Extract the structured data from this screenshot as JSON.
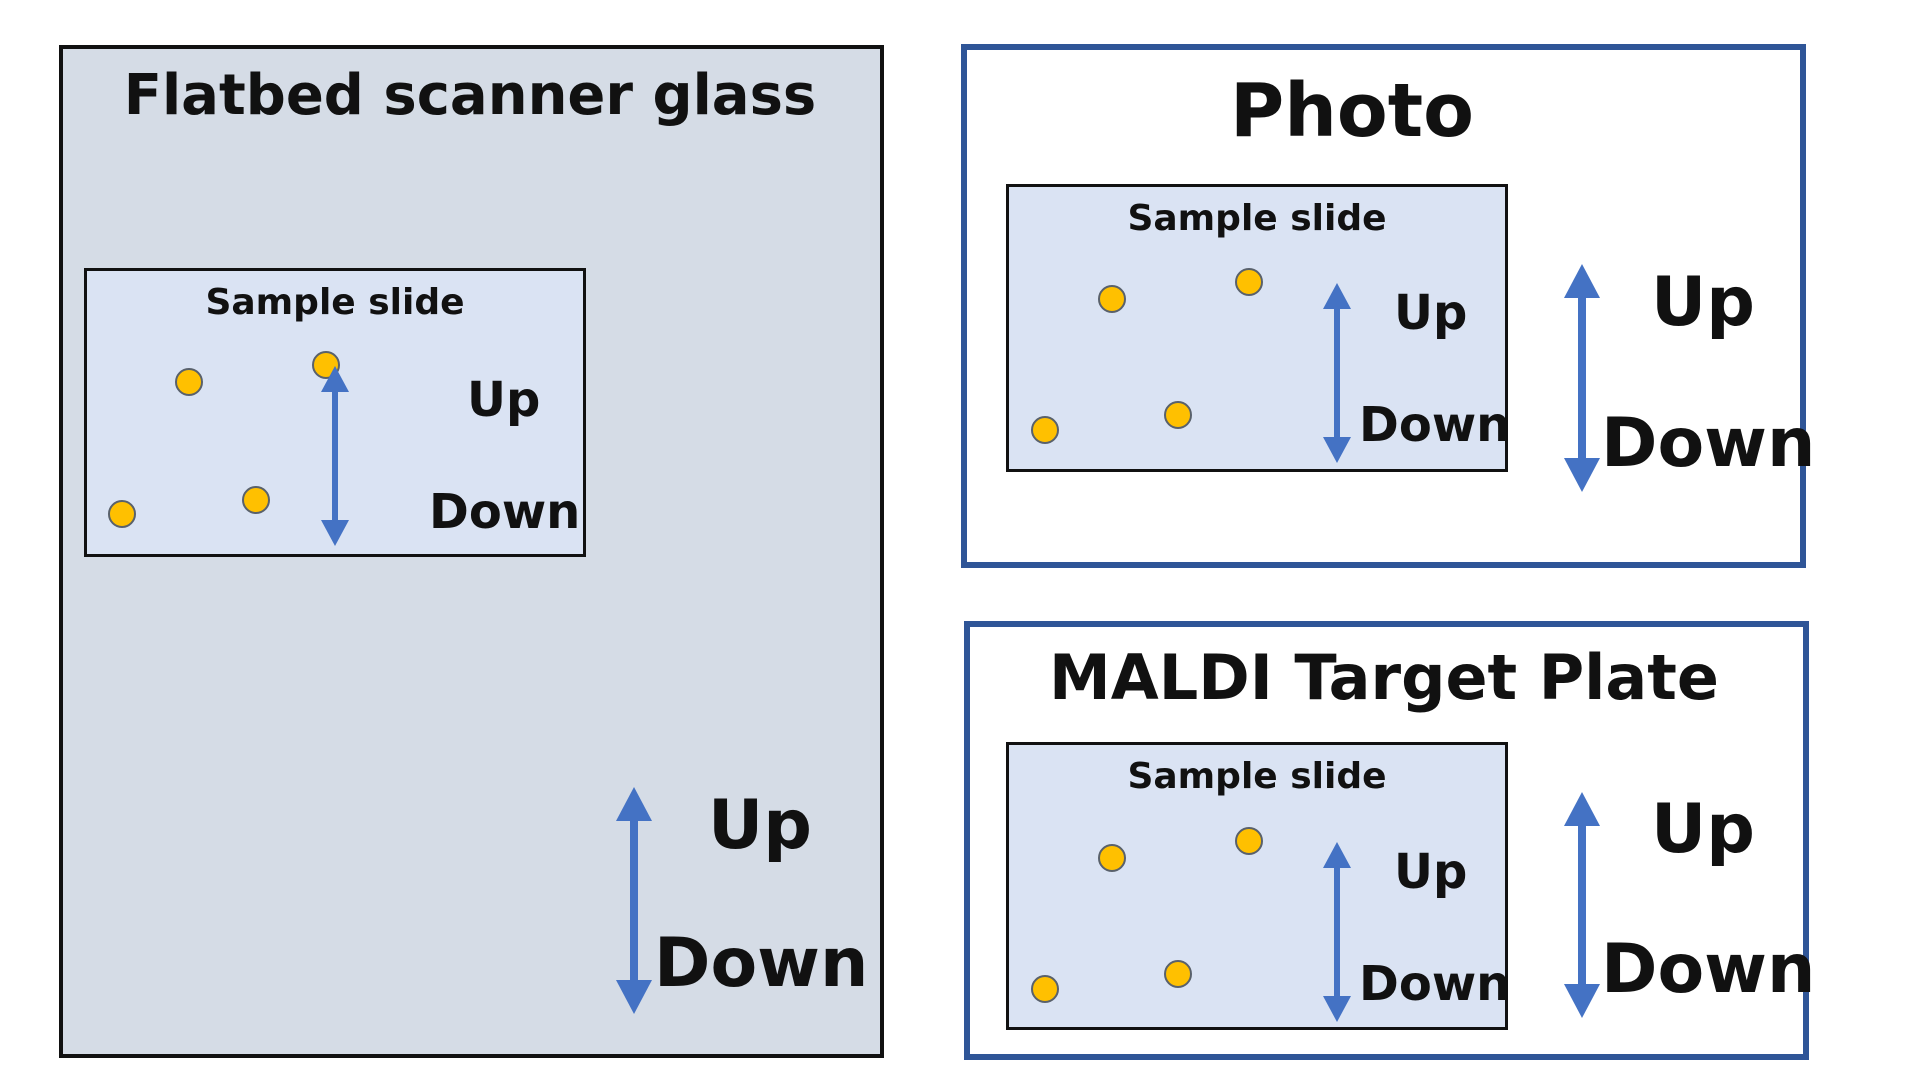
{
  "colors": {
    "scanner_bg": "#d5dce6",
    "slide_bg": "#dae3f3",
    "arrow": "#4472c4",
    "spot": "#ffc000",
    "frame_blue": "#2f5597",
    "frame_black": "#111111"
  },
  "icons": {
    "orientation_arrow": "double-headed-vertical-arrow",
    "sample_spot": "yellow-circle"
  },
  "panels": {
    "scanner": {
      "title": "Flatbed scanner glass",
      "slide": {
        "title": "Sample slide",
        "up": "Up",
        "down": "Down",
        "spot_count": 4
      },
      "up": "Up",
      "down": "Down"
    },
    "photo": {
      "title": "Photo",
      "slide": {
        "title": "Sample slide",
        "up": "Up",
        "down": "Down",
        "spot_count": 4
      },
      "up": "Up",
      "down": "Down"
    },
    "maldi": {
      "title": "MALDI Target Plate",
      "slide": {
        "title": "Sample slide",
        "up": "Up",
        "down": "Down",
        "spot_count": 4
      },
      "up": "Up",
      "down": "Down"
    }
  }
}
